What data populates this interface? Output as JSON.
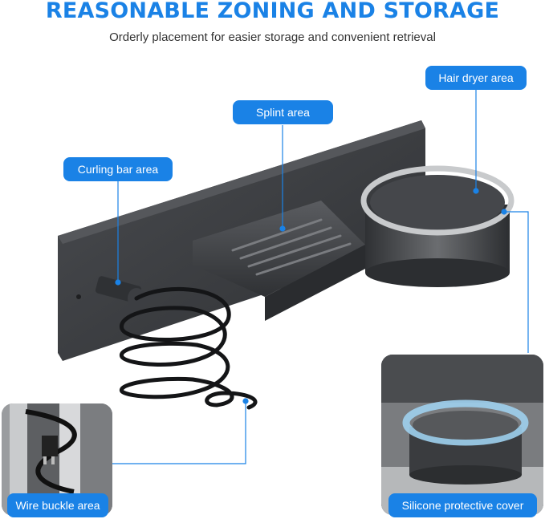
{
  "header": {
    "title": "REASONABLE ZONING AND STORAGE",
    "subtitle": "Orderly placement for easier storage and convenient retrieval"
  },
  "labels": {
    "curling": "Curling bar area",
    "splint": "Splint area",
    "hair_dryer": "Hair dryer area",
    "wire_buckle": "Wire buckle area",
    "silicone": "Silicone protective cover"
  },
  "colors": {
    "accent": "#1a82e6",
    "product": "#3a3c40",
    "background": "#ffffff"
  },
  "images": {
    "main": "black-hair-dryer-holder-product",
    "left_inset": "wire-buckle-closeup-photo",
    "right_inset": "silicone-cover-closeup-photo"
  }
}
